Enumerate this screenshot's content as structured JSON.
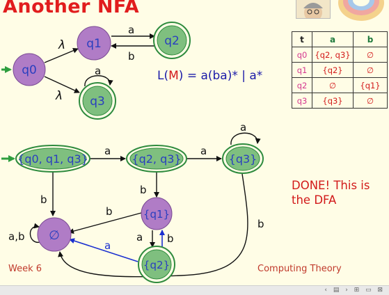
{
  "slide": {
    "title": "Another NFA",
    "language": {
      "prefix": "L(",
      "m": "M",
      "rest": ") = a(ba)* | a*"
    },
    "done_text": "DONE! This is the DFA",
    "footer_left": "Week 6",
    "footer_right": "Computing Theory"
  },
  "nfa": {
    "states": [
      {
        "id": "q0",
        "label": "q0",
        "accepting": false,
        "fill": "#b07cc6"
      },
      {
        "id": "q1",
        "label": "q1",
        "accepting": false,
        "fill": "#b07cc6"
      },
      {
        "id": "q2",
        "label": "q2",
        "accepting": true,
        "fill": "#7fbf7f"
      },
      {
        "id": "q3",
        "label": "q3",
        "accepting": true,
        "fill": "#7fbf7f"
      }
    ],
    "transitions": [
      {
        "from": "q0",
        "to": "q1",
        "label": "λ"
      },
      {
        "from": "q0",
        "to": "q3",
        "label": "λ"
      },
      {
        "from": "q1",
        "to": "q2",
        "label": "a"
      },
      {
        "from": "q2",
        "to": "q1",
        "label": "b"
      },
      {
        "from": "q3",
        "to": "q3",
        "label": "a"
      }
    ]
  },
  "dfa": {
    "states": [
      {
        "id": "s0",
        "label": "{q0, q1, q3}",
        "accepting": true
      },
      {
        "id": "s1",
        "label": "{q2, q3}",
        "accepting": true
      },
      {
        "id": "s2",
        "label": "{q3}",
        "accepting": true
      },
      {
        "id": "s3",
        "label": "{q1}",
        "accepting": false
      },
      {
        "id": "s4",
        "label": "{q2}",
        "accepting": true
      },
      {
        "id": "s5",
        "label": "∅",
        "accepting": false
      }
    ],
    "transitions": [
      {
        "from": "s0",
        "to": "s1",
        "label": "a"
      },
      {
        "from": "s1",
        "to": "s2",
        "label": "a"
      },
      {
        "from": "s2",
        "to": "s2",
        "label": "a"
      },
      {
        "from": "s0",
        "to": "s5",
        "label": "b"
      },
      {
        "from": "s1",
        "to": "s3",
        "label": "b"
      },
      {
        "from": "s3",
        "to": "s5",
        "label": "b"
      },
      {
        "from": "s3",
        "to": "s4",
        "label": "a"
      },
      {
        "from": "s4",
        "to": "s3",
        "label": "b"
      },
      {
        "from": "s4",
        "to": "s5",
        "label": "a"
      },
      {
        "from": "s2",
        "to": "s5",
        "label": "b"
      },
      {
        "from": "s5",
        "to": "s5",
        "label": "a,b"
      }
    ]
  },
  "table": {
    "headers": [
      "t",
      "a",
      "b"
    ],
    "rows": [
      [
        "q0",
        "{q2, q3}",
        "∅"
      ],
      [
        "q1",
        "{q2}",
        "∅"
      ],
      [
        "q2",
        "∅",
        "{q1}"
      ],
      [
        "q3",
        "{q3}",
        "∅"
      ]
    ]
  },
  "colors": {
    "title": "#e11d1d",
    "nfa_state": "#b07cc6",
    "accept_state": "#7fbf7f",
    "state_text": "#2a3fbf",
    "edge": "#111111",
    "highlight_edge": "#1a2fd0",
    "start_arrow": "#2e9e3e"
  },
  "footer": {
    "nav_icons": "‹ ▤ › ⊞ ▭ ⊠"
  }
}
